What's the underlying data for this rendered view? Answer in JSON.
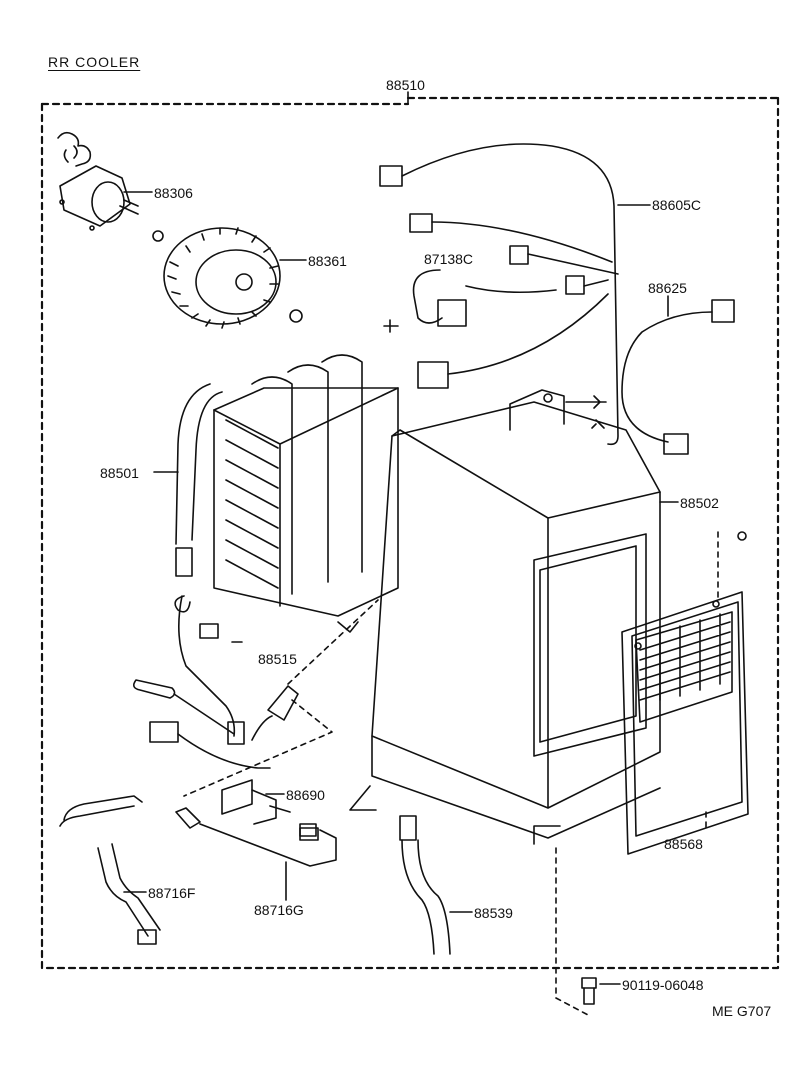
{
  "title": "RR COOLER",
  "assembly": {
    "number": "88510"
  },
  "parts": [
    {
      "id": "88306",
      "name": "blower-motor"
    },
    {
      "id": "88361",
      "name": "blower-fan"
    },
    {
      "id": "88605C",
      "name": "wire-harness"
    },
    {
      "id": "87138C",
      "name": "thermistor"
    },
    {
      "id": "88625",
      "name": "wire-sub"
    },
    {
      "id": "88501",
      "name": "evaporator"
    },
    {
      "id": "88502",
      "name": "cooler-case"
    },
    {
      "id": "88515",
      "name": "expansion-valve"
    },
    {
      "id": "88690",
      "name": "pressure-switch"
    },
    {
      "id": "88716F",
      "name": "cooler-tube-f"
    },
    {
      "id": "88716G",
      "name": "cooler-tube-g"
    },
    {
      "id": "88539",
      "name": "drain-hose"
    },
    {
      "id": "88568",
      "name": "grille"
    },
    {
      "id": "90119-06048",
      "name": "bolt"
    }
  ],
  "diagram_code": "ME G707"
}
